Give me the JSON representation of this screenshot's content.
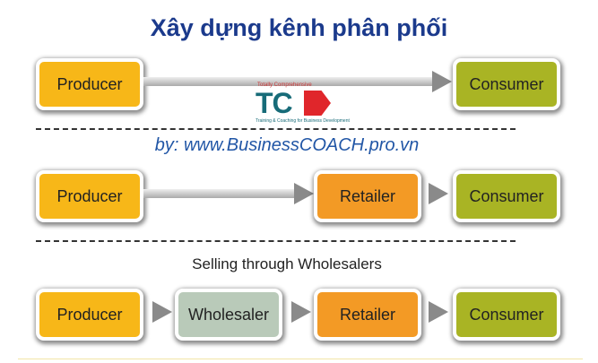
{
  "title": "Xây dựng kênh phân phối",
  "watermark": "by: www.BusinessCOACH.pro.vn",
  "logo": {
    "text": "TCD",
    "top": "Totally Comprehensive",
    "bottom": "Training & Coaching for Business Development"
  },
  "row3_label": "Selling through Wholesalers",
  "colors": {
    "producer": "#f7b718",
    "consumer": "#a9b424",
    "retailer": "#f39a25",
    "wholesaler": "#b9cab9"
  },
  "rows": [
    [
      "Producer",
      "Consumer"
    ],
    [
      "Producer",
      "Retailer",
      "Consumer"
    ],
    [
      "Producer",
      "Wholesaler",
      "Retailer",
      "Consumer"
    ]
  ]
}
